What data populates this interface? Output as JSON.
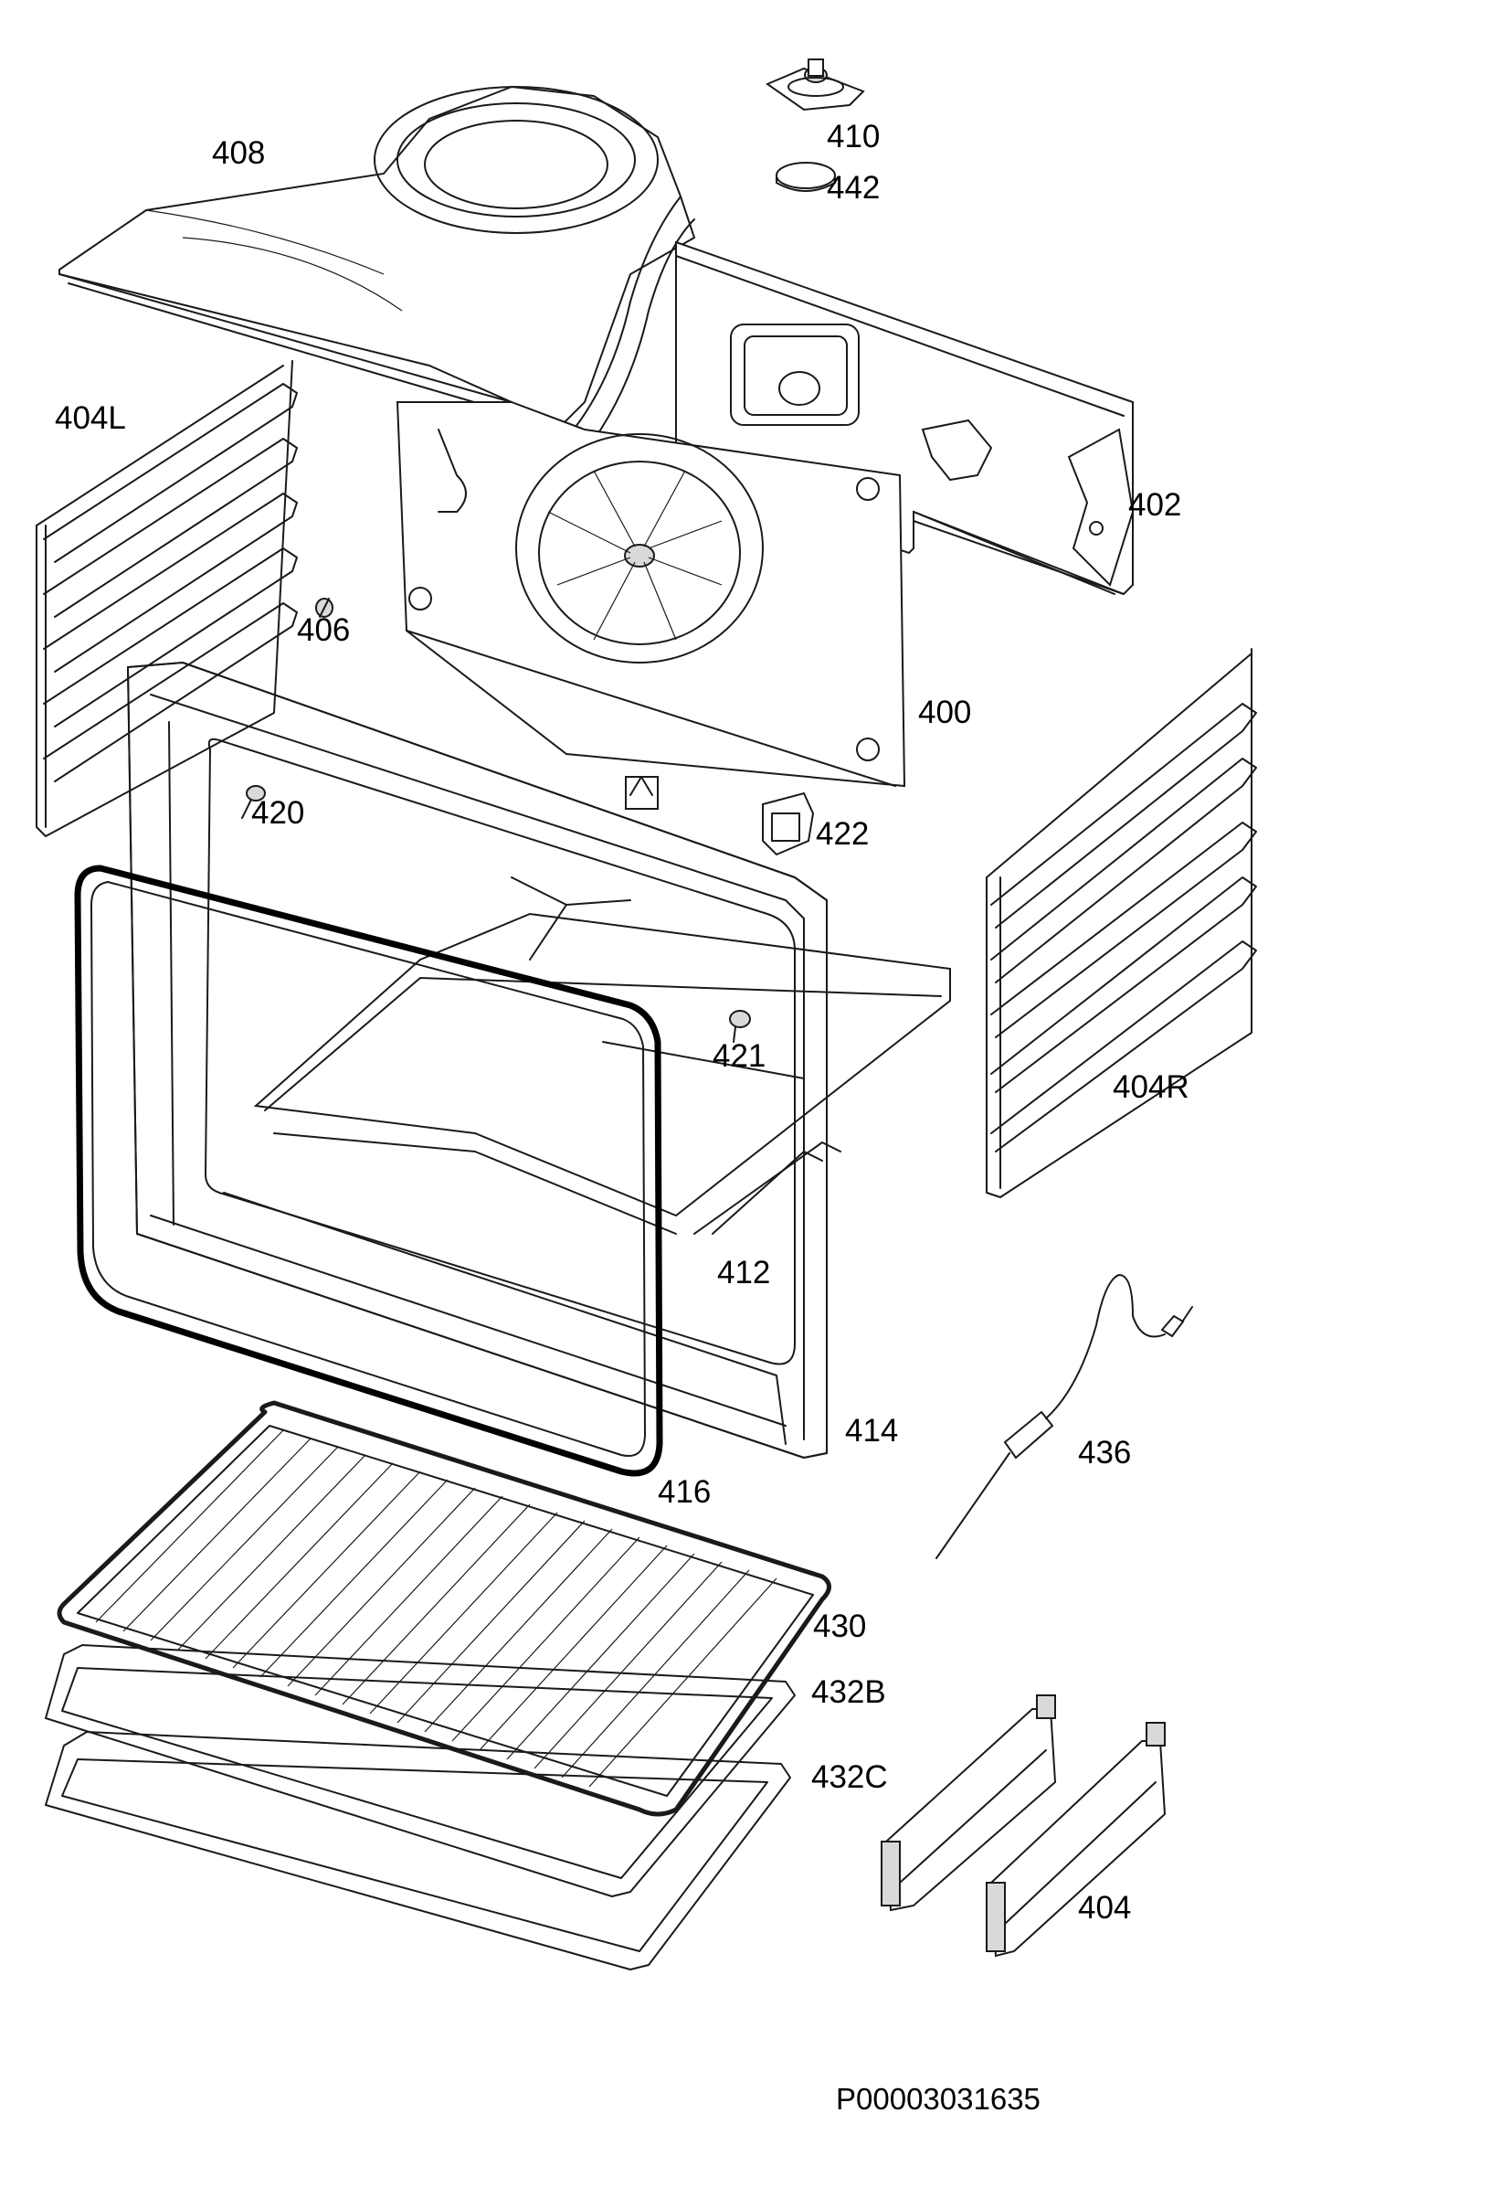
{
  "parts": [
    {
      "id": "part-408",
      "label": "408"
    },
    {
      "id": "part-410",
      "label": "410"
    },
    {
      "id": "part-442",
      "label": "442"
    },
    {
      "id": "part-404L",
      "label": "404L"
    },
    {
      "id": "part-402",
      "label": "402"
    },
    {
      "id": "part-406",
      "label": "406"
    },
    {
      "id": "part-400",
      "label": "400"
    },
    {
      "id": "part-420",
      "label": "420"
    },
    {
      "id": "part-422",
      "label": "422"
    },
    {
      "id": "part-421",
      "label": "421"
    },
    {
      "id": "part-404R",
      "label": "404R"
    },
    {
      "id": "part-412",
      "label": "412"
    },
    {
      "id": "part-414",
      "label": "414"
    },
    {
      "id": "part-436",
      "label": "436"
    },
    {
      "id": "part-416",
      "label": "416"
    },
    {
      "id": "part-430",
      "label": "430"
    },
    {
      "id": "part-432B",
      "label": "432B"
    },
    {
      "id": "part-432C",
      "label": "432C"
    },
    {
      "id": "part-404",
      "label": "404"
    }
  ],
  "drawing_code": "P00003031635"
}
